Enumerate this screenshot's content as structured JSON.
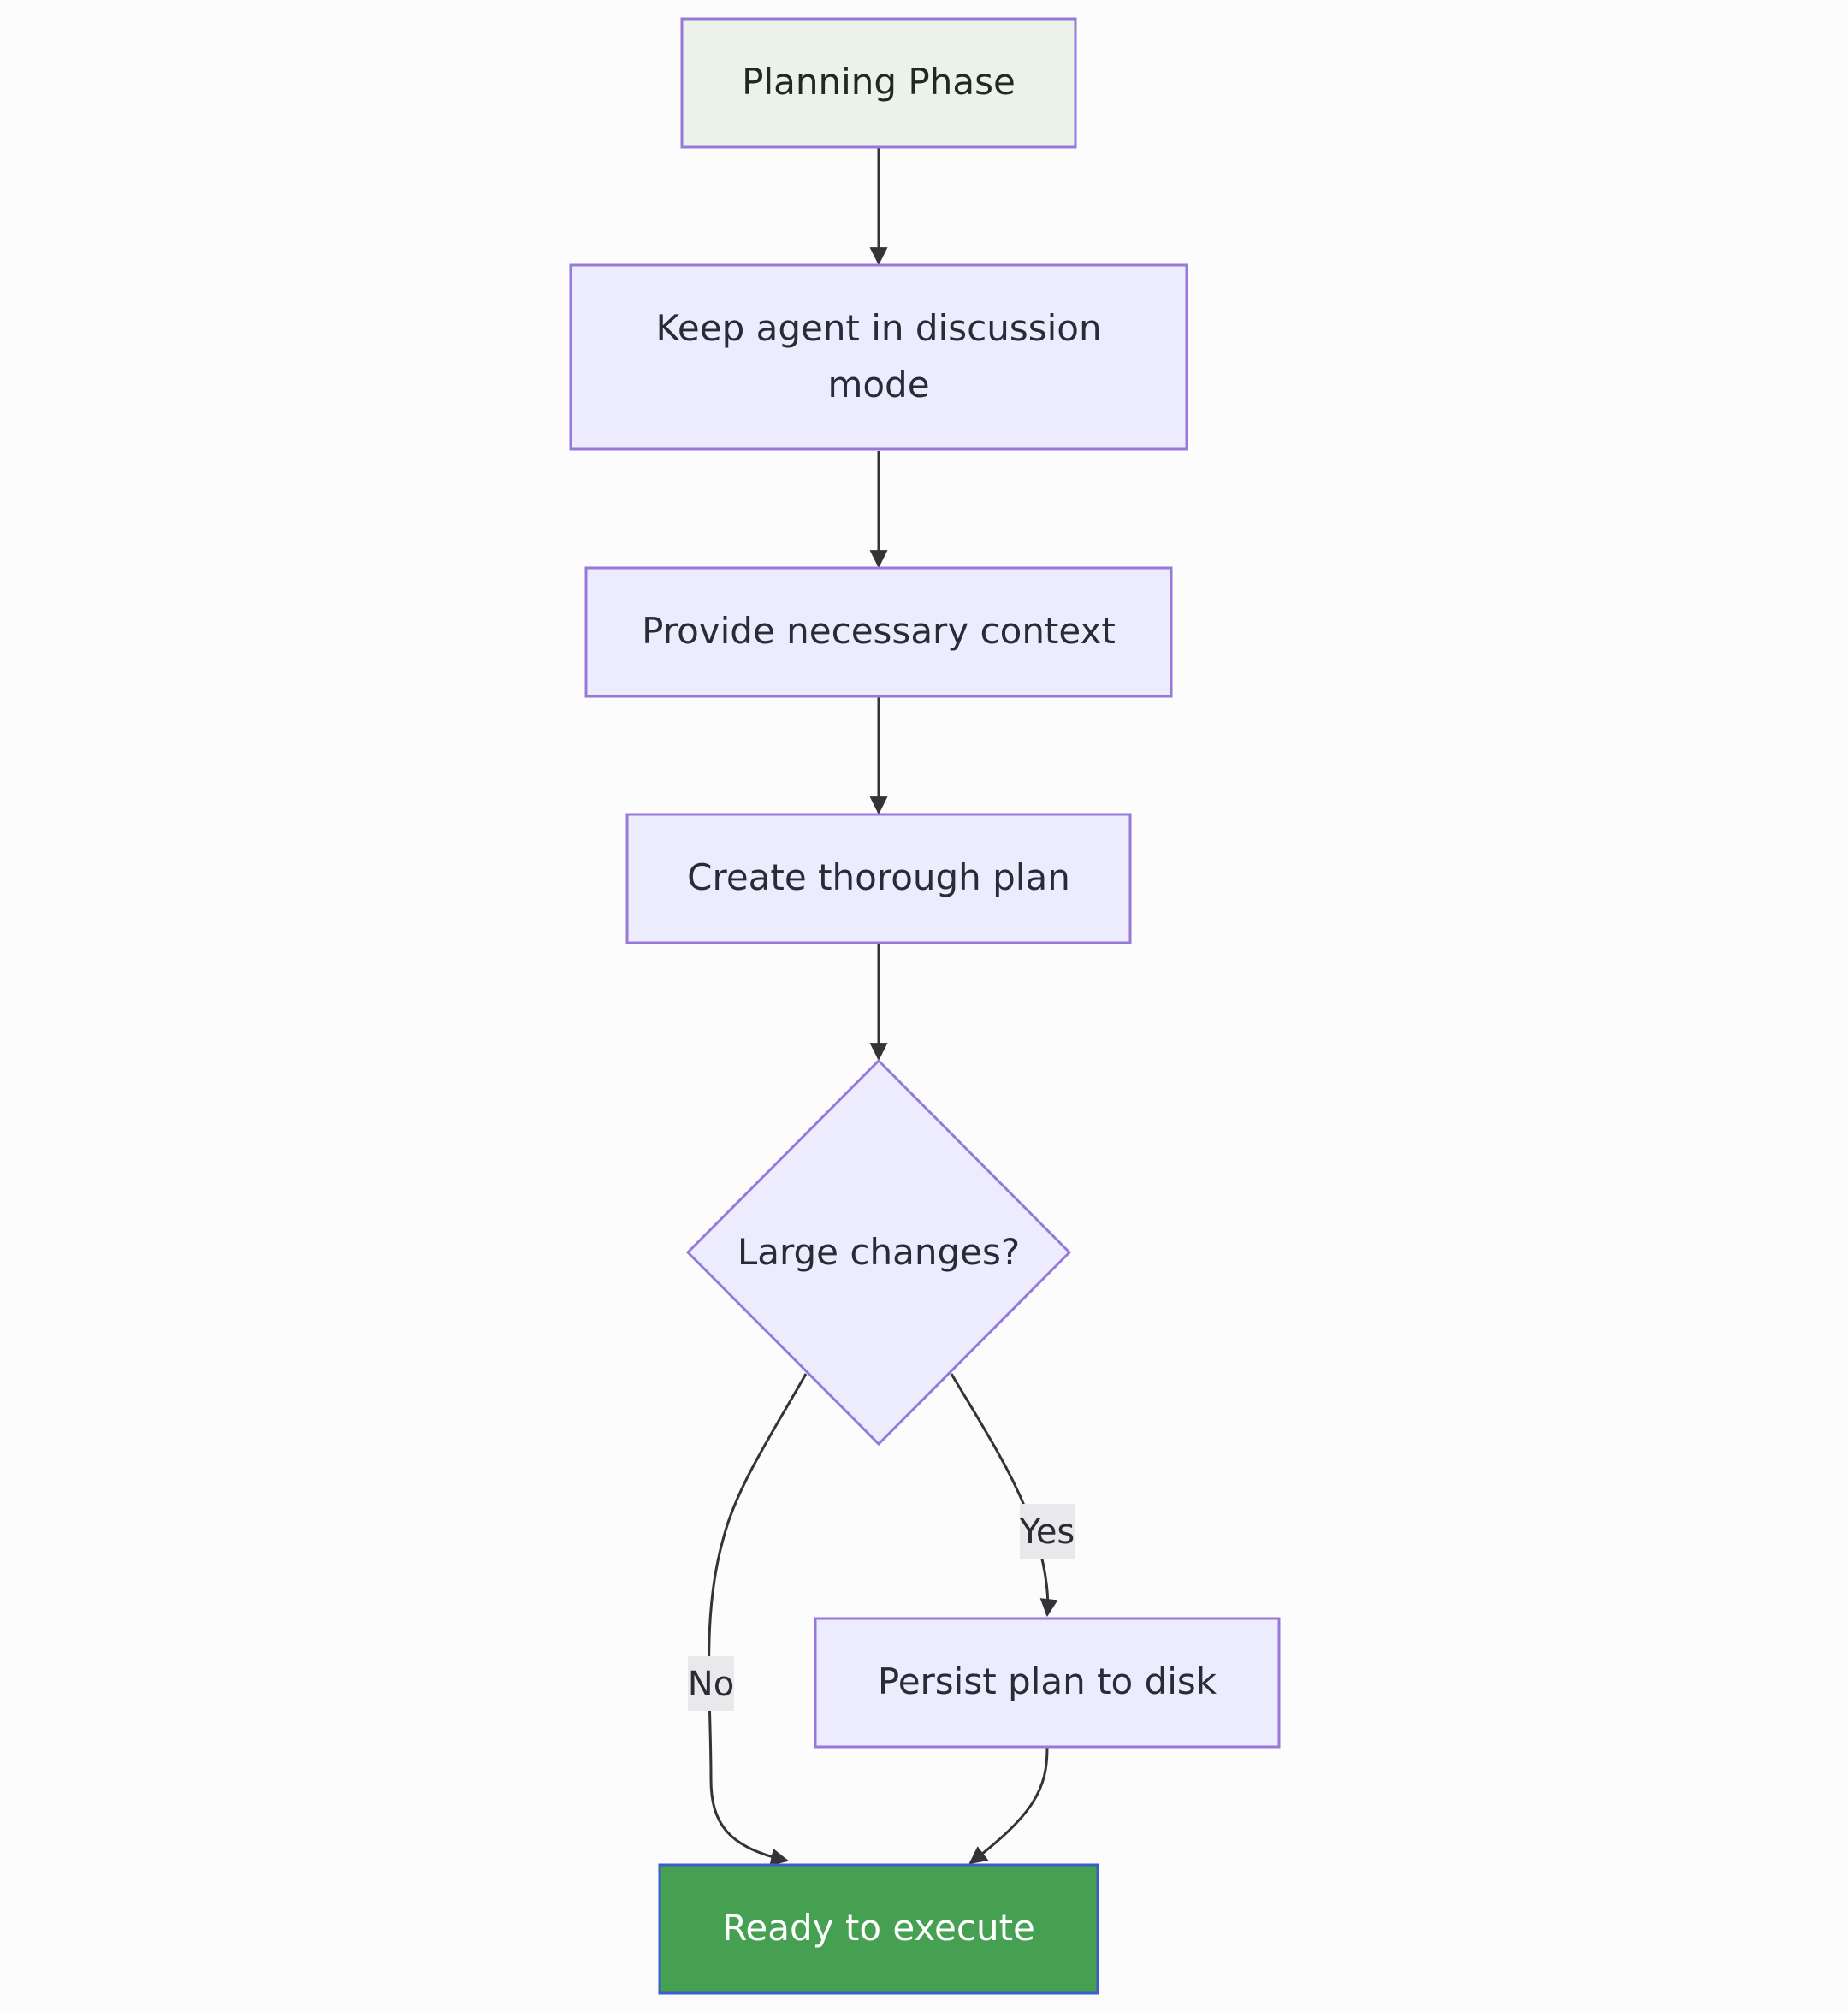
{
  "diagram": {
    "type": "flowchart",
    "direction": "top-down",
    "colors": {
      "background": "#fdfcfc",
      "node_fill": "#ececfe",
      "node_border": "#9679d8",
      "start_fill": "#ebf2e9",
      "end_fill": "#45a151",
      "end_border": "#3d5dcf",
      "edge": "#333338",
      "label_bg": "#e9e8ea"
    },
    "nodes": {
      "planning": {
        "lines": [
          "Planning Phase"
        ],
        "shape": "rect"
      },
      "keep_agent": {
        "lines": [
          "Keep agent in discussion",
          "mode"
        ],
        "shape": "rect"
      },
      "provide_context": {
        "lines": [
          "Provide necessary context"
        ],
        "shape": "rect"
      },
      "create_plan": {
        "lines": [
          "Create thorough plan"
        ],
        "shape": "rect"
      },
      "large_changes": {
        "lines": [
          "Large changes?"
        ],
        "shape": "diamond"
      },
      "persist_plan": {
        "lines": [
          "Persist plan to disk"
        ],
        "shape": "rect"
      },
      "ready": {
        "lines": [
          "Ready to execute"
        ],
        "shape": "rect"
      }
    },
    "edges": [
      {
        "from": "planning",
        "to": "keep_agent",
        "label": ""
      },
      {
        "from": "keep_agent",
        "to": "provide_context",
        "label": ""
      },
      {
        "from": "provide_context",
        "to": "create_plan",
        "label": ""
      },
      {
        "from": "create_plan",
        "to": "large_changes",
        "label": ""
      },
      {
        "from": "large_changes",
        "to": "persist_plan",
        "label": "Yes"
      },
      {
        "from": "large_changes",
        "to": "ready",
        "label": "No"
      },
      {
        "from": "persist_plan",
        "to": "ready",
        "label": ""
      }
    ]
  }
}
